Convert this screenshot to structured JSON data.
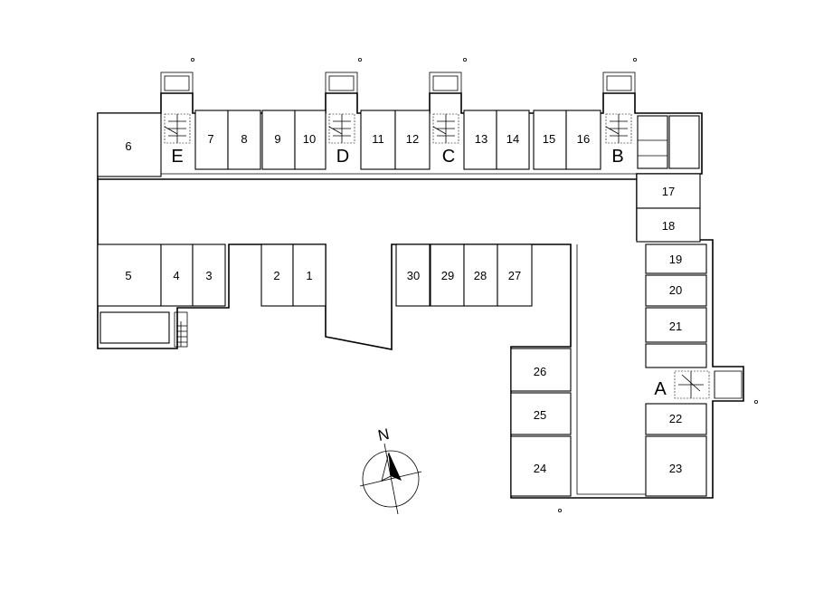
{
  "plan": {
    "units": [
      {
        "id": "u1",
        "label": "1"
      },
      {
        "id": "u2",
        "label": "2"
      },
      {
        "id": "u3",
        "label": "3"
      },
      {
        "id": "u4",
        "label": "4"
      },
      {
        "id": "u5",
        "label": "5"
      },
      {
        "id": "u6",
        "label": "6"
      },
      {
        "id": "u7",
        "label": "7"
      },
      {
        "id": "u8",
        "label": "8"
      },
      {
        "id": "u9",
        "label": "9"
      },
      {
        "id": "u10",
        "label": "10"
      },
      {
        "id": "u11",
        "label": "11"
      },
      {
        "id": "u12",
        "label": "12"
      },
      {
        "id": "u13",
        "label": "13"
      },
      {
        "id": "u14",
        "label": "14"
      },
      {
        "id": "u15",
        "label": "15"
      },
      {
        "id": "u16",
        "label": "16"
      },
      {
        "id": "u17",
        "label": "17"
      },
      {
        "id": "u18",
        "label": "18"
      },
      {
        "id": "u19",
        "label": "19"
      },
      {
        "id": "u20",
        "label": "20"
      },
      {
        "id": "u21",
        "label": "21"
      },
      {
        "id": "u22",
        "label": "22"
      },
      {
        "id": "u23",
        "label": "23"
      },
      {
        "id": "u24",
        "label": "24"
      },
      {
        "id": "u25",
        "label": "25"
      },
      {
        "id": "u26",
        "label": "26"
      },
      {
        "id": "u27",
        "label": "27"
      },
      {
        "id": "u28",
        "label": "28"
      },
      {
        "id": "u29",
        "label": "29"
      },
      {
        "id": "u30",
        "label": "30"
      }
    ],
    "stairs": [
      {
        "id": "sA",
        "label": "A"
      },
      {
        "id": "sB",
        "label": "B"
      },
      {
        "id": "sC",
        "label": "C"
      },
      {
        "id": "sD",
        "label": "D"
      },
      {
        "id": "sE",
        "label": "E"
      }
    ],
    "compass": {
      "north_label": "N"
    }
  }
}
